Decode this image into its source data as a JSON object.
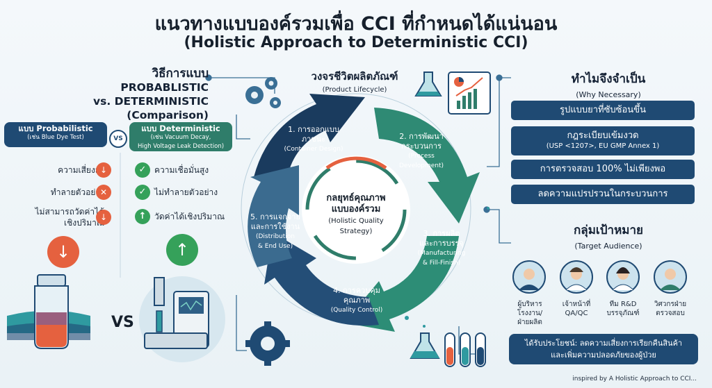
{
  "title": {
    "thai": "แนวทางแบบองค์รวมเพื่อ CCI ที่กำหนดได้แน่นอน",
    "english": "(Holistic Approach to Deterministic CCI)"
  },
  "comparison": {
    "heading_line1": "วิธีการแบบ",
    "heading_line2": "PROBABLISTIC",
    "heading_line3": "vs. DETERMINISTIC (Comparison)",
    "probabilistic": {
      "title": "แบบ Probabilistic",
      "example": "(เช่น Blue Dye Test)",
      "items": [
        "ความเสี่ยงสูง",
        "ทำลายตัวอย่าง",
        "ไม่สามารถวัดค่าได้",
        "เชิงปริมาณ"
      ]
    },
    "vs_label": "VS",
    "deterministic": {
      "title": "แบบ Deterministic",
      "example_line1": "(เช่น Vacuum Decay,",
      "example_line2": "High Voltage Leak Detection)",
      "items": [
        "ความเชื่อมั่นสูง",
        "ไม่ทำลายตัวอย่าง",
        "วัดค่าได้เชิงปริมาณ"
      ]
    },
    "bottom_vs": "VS"
  },
  "lifecycle": {
    "heading": "วงจรชีวิตผลิตภัณฑ์",
    "heading_en": "(Product Lifecycle)",
    "center_title_line1": "กลยุทธ์คุณภาพ",
    "center_title_line2": "แบบองค์รวม",
    "center_sub_line1": "(Holistic Quality",
    "center_sub_line2": "Strategy)",
    "stages": [
      {
        "num": "1.",
        "line1": "1. การออกแบบ",
        "line2": "ภาชนะ",
        "en": "(Container Design)"
      },
      {
        "num": "2.",
        "line1": "2. การพัฒนา",
        "line2": "กระบวนการ",
        "en1": "(Process",
        "en2": "Development)"
      },
      {
        "num": "3.",
        "line1": "3. การผลิต",
        "line2": "และการบรรจุ",
        "en1": "(Manufacturing",
        "en2": "& Fill-Finish)"
      },
      {
        "num": "4.",
        "line1": "4. การควบคุม",
        "line2": "คุณภาพ",
        "en": "(Quality Control)"
      },
      {
        "num": "5.",
        "line1": "5. การแจกจ่าย",
        "line2": "และการใช้งาน",
        "en1": "(Distribution",
        "en2": "& End Use)"
      }
    ]
  },
  "why": {
    "heading": "ทำไมจึงจำเป็น",
    "heading_en": "(Why Necessary)",
    "items": [
      {
        "text": "รูปแบบยาที่ซับซ้อนขึ้น"
      },
      {
        "text": "กฎระเบียบเข้มงวด",
        "sub": "(USP <1207>, EU GMP Annex 1)"
      },
      {
        "text": "การตรวจสอบ 100% ไม่เพียงพอ"
      },
      {
        "text": "ลดความแปรปรวนในกระบวนการ"
      }
    ]
  },
  "audience": {
    "heading": "กลุ่มเป้าหมาย",
    "heading_en": "(Target Audience)",
    "people": [
      {
        "line1": "ผู้บริหารโรงงาน/",
        "line2": "ฝ่ายผลิต"
      },
      {
        "line1": "เจ้าหน้าที่",
        "line2": "QA/QC"
      },
      {
        "line1": "ทีม R&D",
        "line2": "บรรจุภัณฑ์"
      },
      {
        "line1": "วิศวกรฝ่าย",
        "line2": "ตรวจสอบ"
      }
    ],
    "benefit_line1": "ได้รับประโยชน์: ลดความเสี่ยงการเรียกคืนสินค้า",
    "benefit_line2": "และเพิ่มความปลอดภัยของผู้ป่วย"
  },
  "credit": "inspired by A Holistic Approach to CCI...",
  "colors": {
    "navy": "#1f4a73",
    "teal": "#2f7d6a",
    "green": "#35a15a",
    "red": "#e5613f"
  }
}
